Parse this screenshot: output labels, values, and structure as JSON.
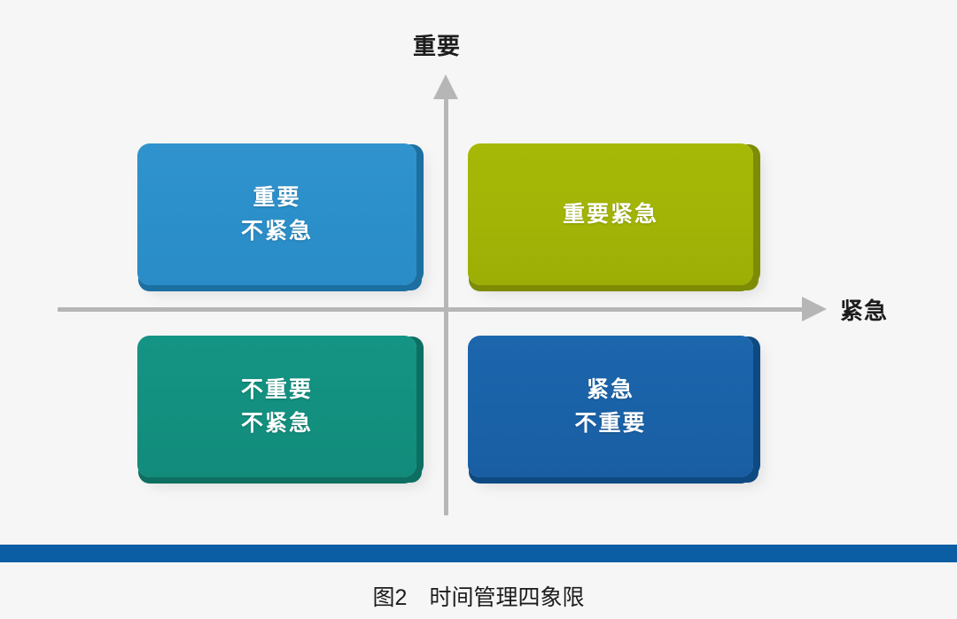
{
  "figure": {
    "axes": {
      "vertical_label": "重要",
      "horizontal_label": "紧急",
      "vertical_arrow": "arrow-up-icon",
      "horizontal_arrow": "arrow-right-icon"
    },
    "quadrants": [
      {
        "id": "important-not-urgent",
        "position": "top-left",
        "line1": "重要",
        "line2": "不紧急",
        "color": "#2b8fca",
        "shadow_color": "#1c6fa1"
      },
      {
        "id": "important-urgent",
        "position": "top-right",
        "line1": "重要紧急",
        "line2": "",
        "color": "#a2b406",
        "shadow_color": "#7d8c04"
      },
      {
        "id": "not-important-not-urgent",
        "position": "bottom-left",
        "line1": "不重要",
        "line2": "不紧急",
        "color": "#13907f",
        "shadow_color": "#0d6f61"
      },
      {
        "id": "urgent-not-important",
        "position": "bottom-right",
        "line1": "紧急",
        "line2": "不重要",
        "color": "#1a62a8",
        "shadow_color": "#0e4a82"
      }
    ],
    "caption": "图2　时间管理四象限",
    "rule_color": "#0b5da4",
    "background_color": "#f6f6f6"
  }
}
